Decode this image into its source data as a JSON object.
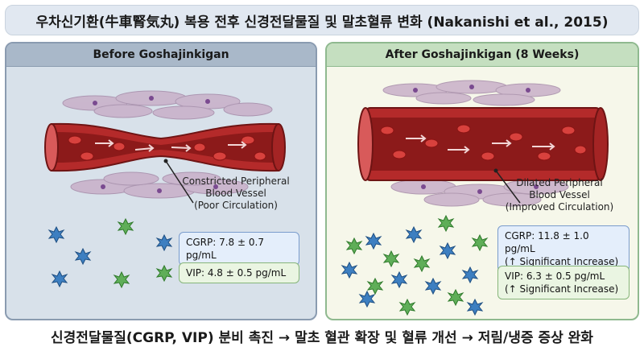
{
  "title": "우차신기환(牛車腎気丸) 복용 전후 신경전달물질 및 말초혈류 변화 (Nakanishi et al., 2015)",
  "panels": {
    "before": {
      "header": "Before Goshajinkigan",
      "caption": [
        "Constricted Peripheral",
        "Blood Vessel",
        "(Poor Circulation)"
      ],
      "cgrp": "CGRP: 7.8 ± 0.7 pg/mL",
      "vip": "VIP: 4.8 ± 0.5 pg/mL"
    },
    "after": {
      "header": "After Goshajinkigan (8 Weeks)",
      "caption": [
        "Dilated Peripheral",
        "Blood Vessel",
        "(Improved Circulation)"
      ],
      "cgrp": [
        "CGRP: 11.8 ± 1.0 pg/mL",
        "(↑ Significant Increase)"
      ],
      "vip": [
        "VIP: 6.3 ± 0.5 pg/mL",
        "(↑ Significant Increase)"
      ]
    }
  },
  "footer": "신경전달물질(CGRP, VIP) 분비 촉진 → 말초 혈관 확장 및 혈류 개선 → 저림/냉증 증상 완화",
  "colors": {
    "vessel": "#b42a2a",
    "vessel_inner": "#8c1a1a",
    "rbc": "#d8413d",
    "cgrp_marker": "#3d7fc1",
    "vip_marker": "#5fae58",
    "tissue": "#c9b2c9"
  },
  "icons": [
    "cgrp-star-icon",
    "vip-star-icon",
    "flow-arrow-icon"
  ]
}
